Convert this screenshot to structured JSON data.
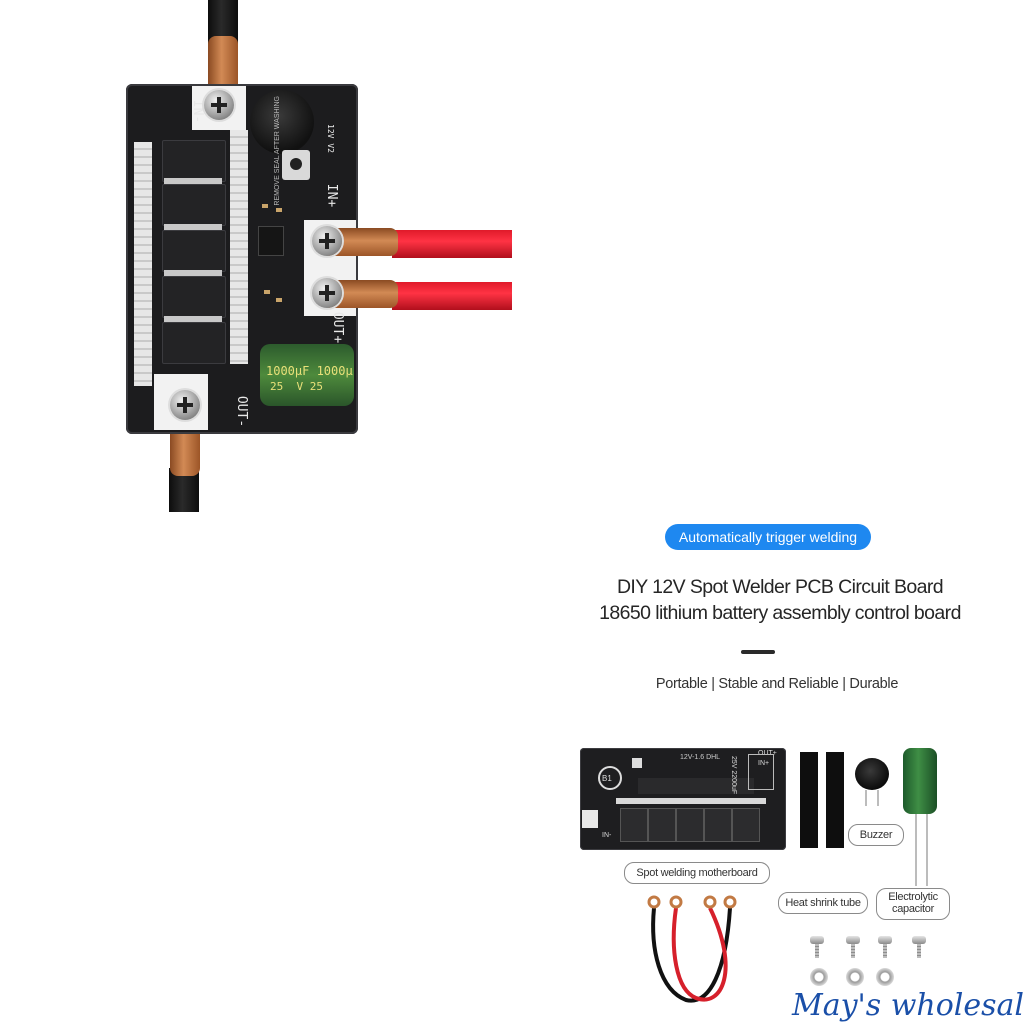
{
  "product_photo": {
    "labels": {
      "in_minus": "IN-",
      "in_plus": "IN+",
      "out_plus": "OUT+",
      "out_minus": "OUT-",
      "voltage": "12V V2",
      "cap_text": "1000μF 1000μ",
      "cap_volt": "25  V 25",
      "buzzer_sticker": "REMOVE SEAL AFTER WASHING"
    }
  },
  "banner": {
    "pill": "Automatically trigger welding",
    "title_line1": "DIY 12V Spot Welder PCB Circuit Board",
    "title_line2": "18650 lithium battery assembly control board",
    "features": "Portable | Stable and Reliable | Durable",
    "accent_color": "#1e88f0"
  },
  "kit": {
    "motherboard_label": "Spot welding motherboard",
    "tube_label": "Heat shrink tube",
    "buzzer_label": "Buzzer",
    "capacitor_label_line1": "Electrolytic",
    "capacitor_label_line2": "capacitor",
    "board_text_in_minus": "IN-",
    "board_text_in_plus": "IN+",
    "board_text_out": "OUT+",
    "board_text_cap": "25V 2200uF",
    "board_text_version": "12V-1.6 DHL",
    "board_text_b1": "B1"
  },
  "watermark": "May's wholesale"
}
